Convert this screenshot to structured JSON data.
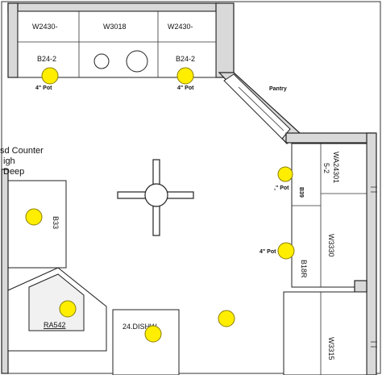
{
  "plan": {
    "cabinets": {
      "wall_left": "W2430-",
      "wall_center": "W3018",
      "wall_right": "W2430-",
      "base_left": "B24-2",
      "base_right": "B24-2",
      "pantry": "Pantry",
      "right_upper_1": "WA24301",
      "right_upper_2": "5-2",
      "right_small": "B39",
      "right_base": "B18R",
      "right_wall_mid": "W3330",
      "right_wall_low": "W3315",
      "left_base": "B33",
      "sink_base": "RA542",
      "dishwasher": "24.DISHW"
    },
    "notes": {
      "counter_line1": "sd Counter",
      "counter_line2": "igh",
      "counter_line3": "Deep"
    },
    "pot_labels": {
      "pot1": "4\" Pot",
      "pot2": "4\" Pot",
      "pot3": ",\" Pot",
      "pot4": "4\" Pot"
    },
    "colors": {
      "light": "#ffee00",
      "wall": "#d9d9d9"
    }
  }
}
